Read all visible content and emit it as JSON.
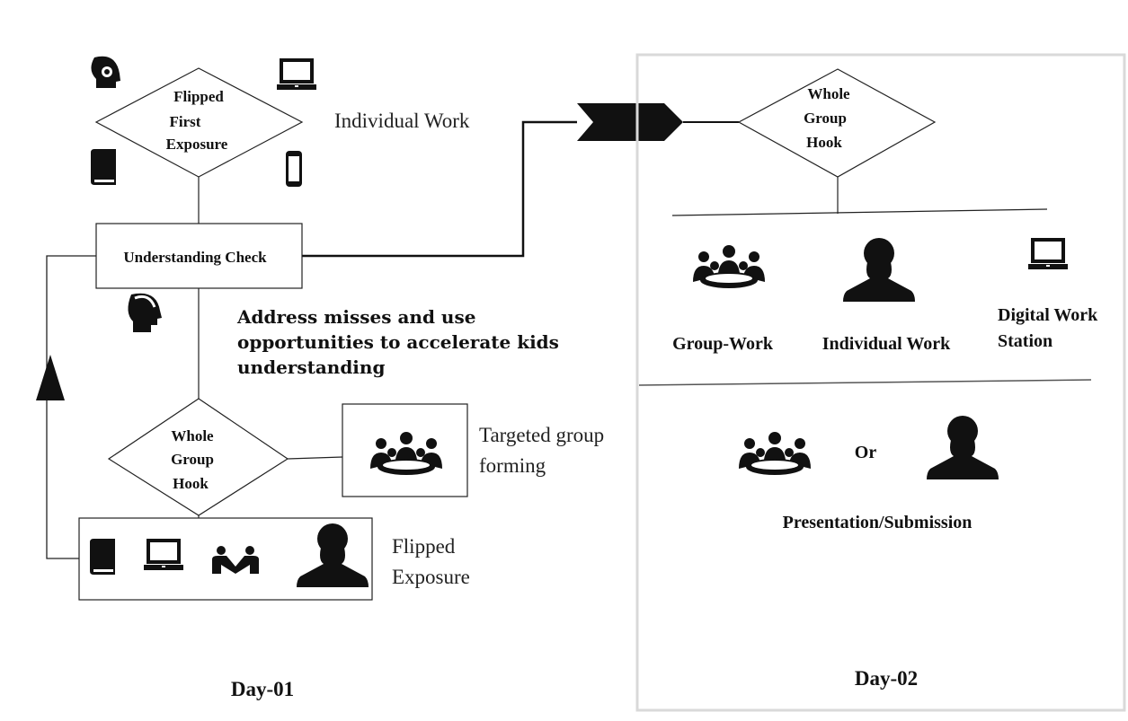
{
  "day01": {
    "flipped_first": [
      "Flipped",
      "First",
      "Exposure"
    ],
    "individual_work": "Individual Work",
    "understanding_check": "Understanding Check",
    "address_note": [
      "Address misses and use",
      "opportunities to accelerate kids",
      "understanding"
    ],
    "whole_group_hook": [
      "Whole",
      "Group",
      "Hook"
    ],
    "targeted_group": [
      "Targeted group",
      "forming"
    ],
    "flipped_exposure": [
      "Flipped",
      "Exposure"
    ],
    "label": "Day-01"
  },
  "day02": {
    "whole_group_hook": [
      "Whole",
      "Group",
      "Hook"
    ],
    "group_work": "Group-Work",
    "individual_work": "Individual Work",
    "digital_work_station": [
      "Digital Work",
      "Station"
    ],
    "or": "Or",
    "presentation": "Presentation/Submission",
    "label": "Day-02"
  },
  "icons": {
    "headphones": "headphones-icon",
    "laptop": "laptop-icon",
    "book": "book-icon",
    "phone": "phone-icon",
    "head": "head-icon",
    "group": "group-icon",
    "handshake": "handshake-icon",
    "person": "person-icon"
  },
  "colors": {
    "line": "#222222",
    "panel_border": "#d9d9d9",
    "text": "#111111"
  }
}
